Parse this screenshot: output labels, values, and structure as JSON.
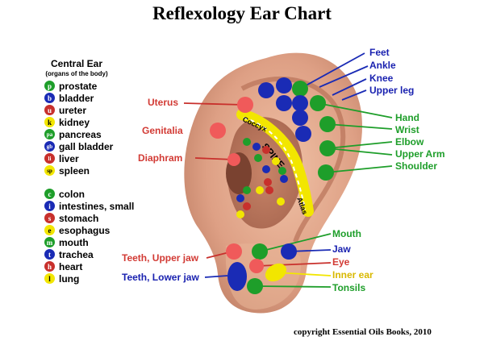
{
  "title": "Reflexology Ear Chart",
  "legend": {
    "heading": "Central Ear",
    "subheading": "(organs of the body)",
    "group1": [
      {
        "code": "p",
        "label": "prostate",
        "color": "#1e9e2a"
      },
      {
        "code": "b",
        "label": "bladder",
        "color": "#1a2bb5"
      },
      {
        "code": "u",
        "label": "ureter",
        "color": "#c8302c"
      },
      {
        "code": "k",
        "label": "kidney",
        "color": "#f2e600"
      },
      {
        "code": "pa",
        "label": "pancreas",
        "color": "#1e9e2a"
      },
      {
        "code": "gb",
        "label": "gall bladder",
        "color": "#1a2bb5"
      },
      {
        "code": "li",
        "label": "liver",
        "color": "#c8302c"
      },
      {
        "code": "sp",
        "label": "spleen",
        "color": "#f2e600"
      }
    ],
    "group2": [
      {
        "code": "c",
        "label": "colon",
        "color": "#1e9e2a"
      },
      {
        "code": "i",
        "label": "intestines, small",
        "color": "#1a2bb5"
      },
      {
        "code": "s",
        "label": "stomach",
        "color": "#c8302c"
      },
      {
        "code": "e",
        "label": "esophagus",
        "color": "#f2e600"
      },
      {
        "code": "m",
        "label": "mouth",
        "color": "#1e9e2a"
      },
      {
        "code": "t",
        "label": "trachea",
        "color": "#1a2bb5"
      },
      {
        "code": "h",
        "label": "heart",
        "color": "#c8302c"
      },
      {
        "code": "l",
        "label": "lung",
        "color": "#f2e600"
      }
    ]
  },
  "left_labels": {
    "uterus": "Uterus",
    "genitalia": "Genitalia",
    "diaphram": "Diaphram",
    "teeth_upper": "Teeth, Upper jaw",
    "teeth_lower": "Teeth, Lower jaw"
  },
  "right_labels": {
    "feet": "Feet",
    "ankle": "Ankle",
    "knee": "Knee",
    "upper_leg": "Upper leg",
    "hand": "Hand",
    "wrist": "Wrist",
    "elbow": "Elbow",
    "upper_arm": "Upper Arm",
    "shoulder": "Shoulder",
    "mouth": "Mouth",
    "jaw": "Jaw",
    "eye": "Eye",
    "inner_ear": "Inner ear",
    "tonsils": "Tonsils"
  },
  "spine_labels": {
    "coccyx": "Coccyx",
    "spine": "SPINE",
    "atlas": "Atlas"
  },
  "copyright": "copyright Essential Oils Books, 2010",
  "colors": {
    "green": "#1e9e2a",
    "blue": "#1a2bb5",
    "red": "#c8302c",
    "yellow": "#f2e600",
    "label_red": "#d23a34",
    "label_blue": "#1a22b0",
    "label_green": "#1e9e2a",
    "label_yellow": "#d8b800",
    "skin": "#e2a989"
  }
}
